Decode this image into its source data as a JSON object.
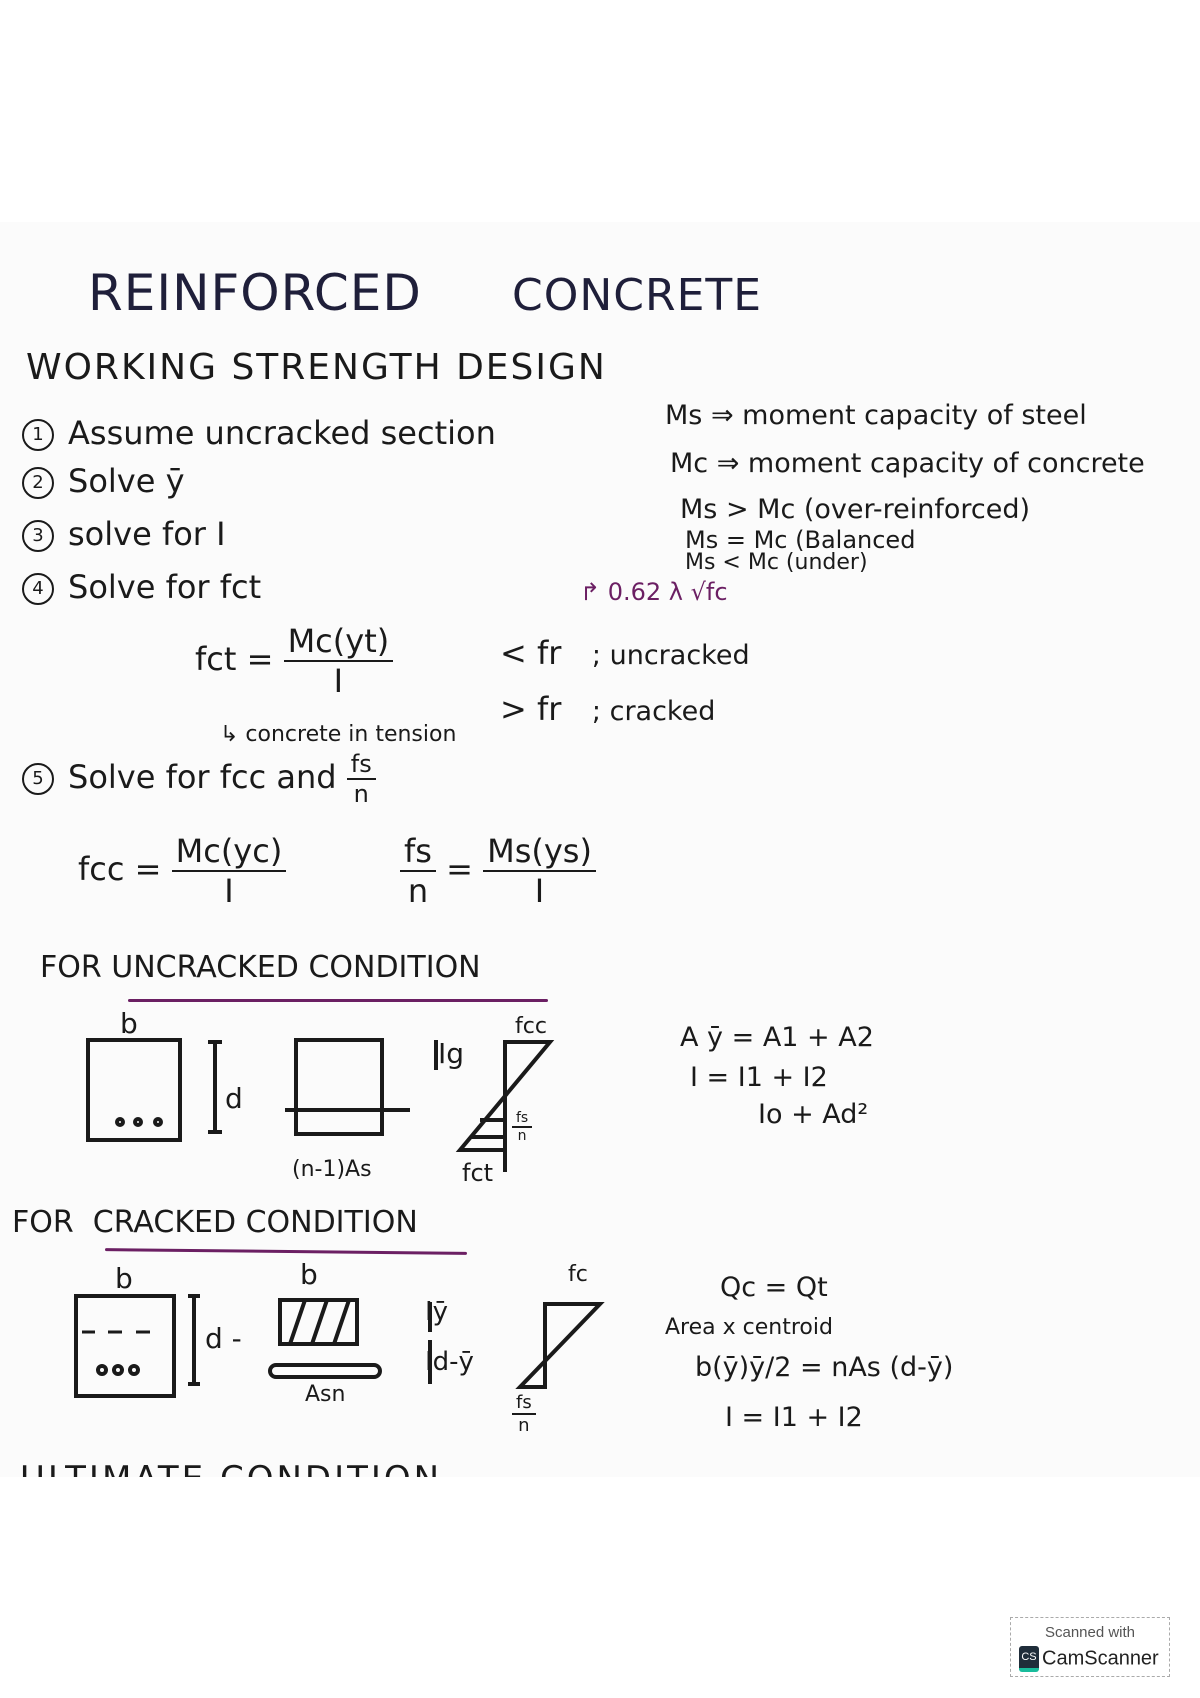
{
  "title": {
    "line1": "REINFORCED",
    "line2": "CONCRETE"
  },
  "subtitle": "WORKING STRENGTH DESIGN",
  "steps": [
    {
      "num": "1",
      "text": "Assume uncracked section"
    },
    {
      "num": "2",
      "text": "Solve ȳ"
    },
    {
      "num": "3",
      "text": "solve for I"
    },
    {
      "num": "4",
      "text": "Solve for fct"
    },
    {
      "num": "5",
      "text": "Solve for fcc and"
    }
  ],
  "notes": [
    "Ms ⇒ moment capacity of steel",
    "Mc ⇒ moment capacity of concrete",
    "Ms > Mc (over-reinforced)",
    "Ms = Mc (Balanced",
    "Ms < Mc (under)"
  ],
  "fr_formula": "↱ 0.62 λ √fc",
  "fct": {
    "lhs": "fct =",
    "num": "Mc(yt)",
    "den": "I",
    "note": "↳ concrete in tension"
  },
  "conditions": [
    {
      "sym": "< fr",
      "label": "; uncracked"
    },
    {
      "sym": "> fr",
      "label": "; cracked"
    }
  ],
  "step5_frac": {
    "num": "fs",
    "den": "n"
  },
  "fcc": {
    "lhs": "fcc =",
    "num": "Mc(yc)",
    "den": "I"
  },
  "fs": {
    "num": "fs",
    "den": "n",
    "eq": "=",
    "rnum": "Ms(ys)",
    "rden": "I"
  },
  "uncracked": {
    "heading_for": "FOR",
    "heading": "UNCRACKED CONDITION",
    "labels": {
      "b": "b",
      "d": "d",
      "ig": "Ig",
      "transformed": "(n-1)As",
      "fcc": "fcc",
      "fct": "fct",
      "fsn_num": "fs",
      "fsn_den": "n"
    },
    "equations": [
      "A ȳ = A1 + A2",
      "I = I1 + I2",
      "Io + Ad²"
    ]
  },
  "cracked": {
    "heading_for": "FOR",
    "heading": "CRACKED CONDITION",
    "labels": {
      "b": "b",
      "b2": "b",
      "d": "d -",
      "asn": "Asn",
      "ybar": "Iȳ",
      "dy": "Id-ȳ",
      "fc": "fc",
      "fsn_num": "fs",
      "fsn_den": "n"
    },
    "equations": [
      "Qc = Qt",
      "Area x centroid",
      "b(ȳ)ȳ/2 = nAs (d-ȳ)",
      "I = I1 + I2"
    ]
  },
  "ultimate_cut": "ULTIMATE CONDITION",
  "watermark": {
    "line1": "Scanned with",
    "brand": "CamScanner",
    "logo": "CS"
  },
  "colors": {
    "ink": "#1a1a1a",
    "underline": "#6b1f63",
    "paper": "#fbfbfb"
  }
}
